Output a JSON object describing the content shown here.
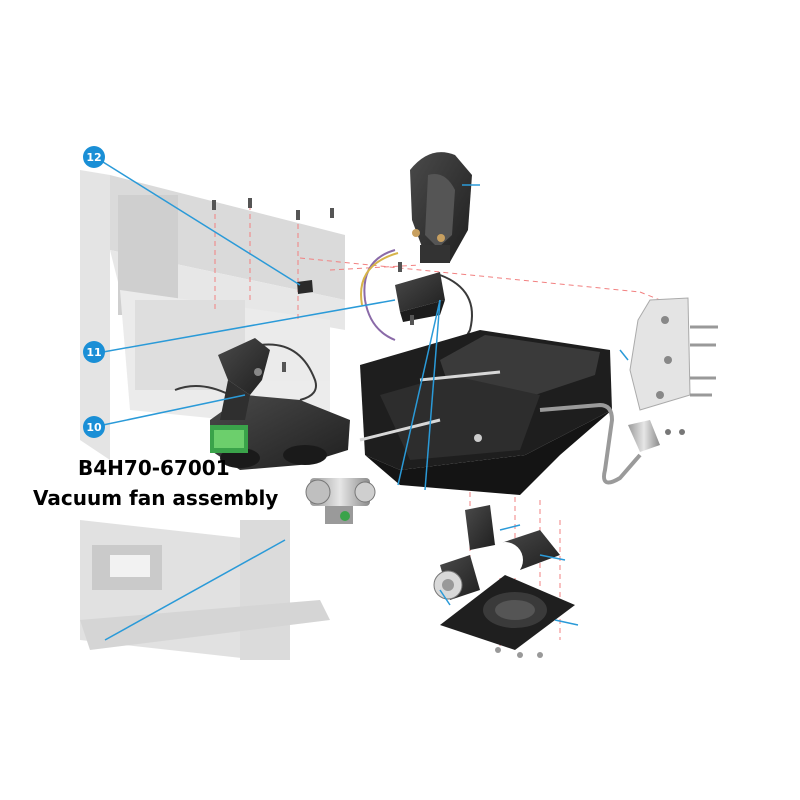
{
  "callouts": [
    {
      "number": "12"
    },
    {
      "number": "11"
    },
    {
      "number": "10"
    }
  ],
  "caption": {
    "part_number": "B4H70-67001",
    "part_name": "Vacuum fan assembly"
  },
  "colors": {
    "callout_fill": "#1a8fd6",
    "leader_line": "#2a9ad8",
    "guide_line": "#f28080",
    "part_dark": "#2b2b2b",
    "frame_gray": "#c8c8c8"
  }
}
